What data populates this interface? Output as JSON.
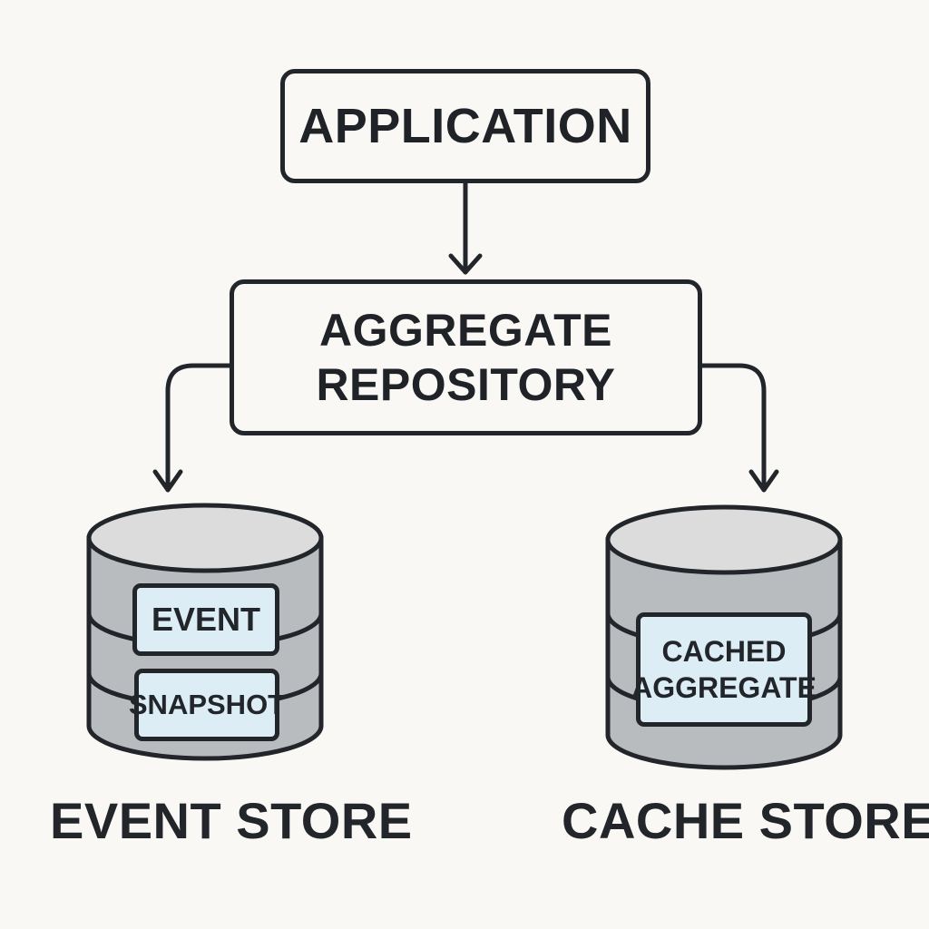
{
  "nodes": {
    "application": "APPLICATION",
    "repository_line1": "AGGREGATE",
    "repository_line2": "REPOSITORY"
  },
  "event_store": {
    "label": "EVENT STORE",
    "items": [
      "EVENT",
      "SNAPSHOT"
    ]
  },
  "cache_store": {
    "label": "CACHE STORE",
    "item_line1": "CACHED",
    "item_line2": "AGGREGATE"
  },
  "colors": {
    "background": "#faf8f4",
    "stroke": "#22262a",
    "cylinder_body": "#b9bcbf",
    "cylinder_top": "#dcdcdc",
    "chip_fill": "#dcedf6"
  }
}
